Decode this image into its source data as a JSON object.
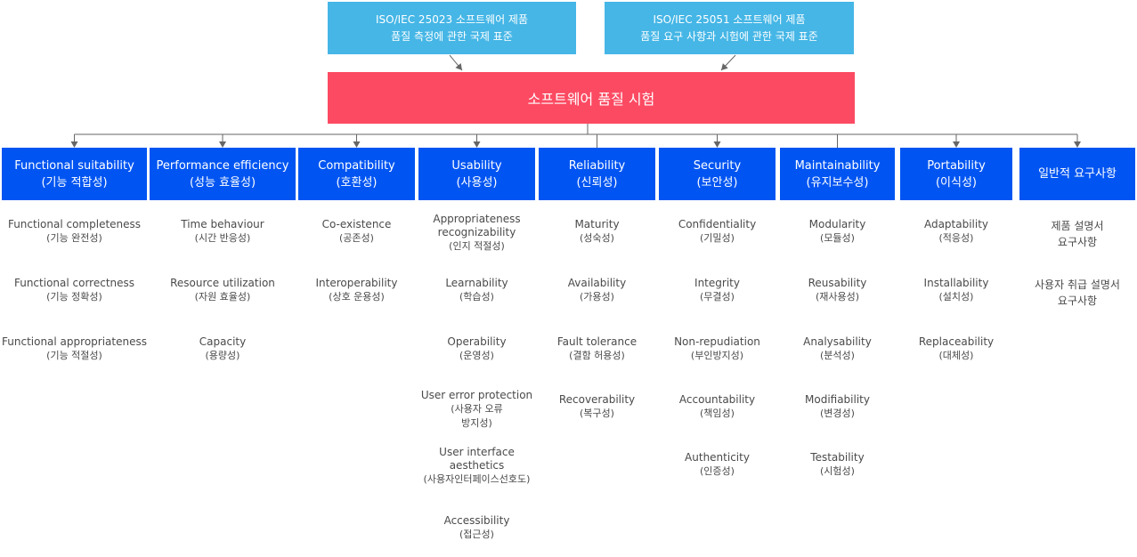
{
  "standards": [
    {
      "line1": "ISO/IEC 25023 소프트웨어 제품",
      "line2": "품질 측정에 관한 국제 표준"
    },
    {
      "line1": "ISO/IEC 25051 소프트웨어 제품",
      "line2": "품질 요구 사항과 시험에 관한 국제 표준"
    }
  ],
  "main_title": "소프트웨어 품질 시험",
  "colors": {
    "standard_box": "#45b6e6",
    "main_box": "#fc4a62",
    "category_box": "#0055f2",
    "connector": "#666666"
  },
  "categories": [
    {
      "name": "Functional suitability",
      "ko": "(기능 적합성)",
      "items": [
        {
          "lines": [
            "Functional completeness"
          ],
          "ko": [
            "(기능 완전성)"
          ]
        },
        {
          "lines": [
            "Functional correctness"
          ],
          "ko": [
            "(기능 정확성)"
          ]
        },
        {
          "lines": [
            "Functional appropriateness"
          ],
          "ko": [
            "(기능 적절성)"
          ]
        }
      ]
    },
    {
      "name": "Performance efficiency",
      "ko": "(성능 효율성)",
      "items": [
        {
          "lines": [
            "Time behaviour"
          ],
          "ko": [
            "(시간 반응성)"
          ]
        },
        {
          "lines": [
            "Resource utilization"
          ],
          "ko": [
            "(자원 효율성)"
          ]
        },
        {
          "lines": [
            "Capacity"
          ],
          "ko": [
            "(용량성)"
          ]
        }
      ]
    },
    {
      "name": "Compatibility",
      "ko": "(호환성)",
      "items": [
        {
          "lines": [
            "Co-existence"
          ],
          "ko": [
            "(공존성)"
          ]
        },
        {
          "lines": [
            "Interoperability"
          ],
          "ko": [
            "(상호 운용성)"
          ]
        }
      ]
    },
    {
      "name": "Usability",
      "ko": "(사용성)",
      "items": [
        {
          "lines": [
            "Appropriateness",
            "recognizability"
          ],
          "ko": [
            "(인지 적절성)"
          ]
        },
        {
          "lines": [
            "Learnability"
          ],
          "ko": [
            "(학습성)"
          ]
        },
        {
          "lines": [
            "Operability"
          ],
          "ko": [
            "(운영성)"
          ]
        },
        {
          "lines": [
            "User error protection"
          ],
          "ko": [
            "(사용자 오류",
            "방지성)"
          ]
        },
        {
          "lines": [
            "User interface",
            "aesthetics"
          ],
          "ko": [
            "(사용자인터페이스선호도)"
          ]
        },
        {
          "lines": [
            "Accessibility"
          ],
          "ko": [
            "(접근성)"
          ]
        }
      ]
    },
    {
      "name": "Reliability",
      "ko": "(신뢰성)",
      "items": [
        {
          "lines": [
            "Maturity"
          ],
          "ko": [
            "(성숙성)"
          ]
        },
        {
          "lines": [
            "Availability"
          ],
          "ko": [
            "(가용성)"
          ]
        },
        {
          "lines": [
            "Fault tolerance"
          ],
          "ko": [
            "(결함 허용성)"
          ]
        },
        {
          "lines": [
            "Recoverability"
          ],
          "ko": [
            "(복구성)"
          ]
        }
      ]
    },
    {
      "name": "Security",
      "ko": "(보안성)",
      "items": [
        {
          "lines": [
            "Confidentiality"
          ],
          "ko": [
            "(기밀성)"
          ]
        },
        {
          "lines": [
            "Integrity"
          ],
          "ko": [
            "(무결성)"
          ]
        },
        {
          "lines": [
            "Non-repudiation"
          ],
          "ko": [
            "(부인방지성)"
          ]
        },
        {
          "lines": [
            "Accountability"
          ],
          "ko": [
            "(책임성)"
          ]
        },
        {
          "lines": [
            "Authenticity"
          ],
          "ko": [
            "(인증성)"
          ]
        }
      ]
    },
    {
      "name": "Maintainability",
      "ko": "(유지보수성)",
      "items": [
        {
          "lines": [
            "Modularity"
          ],
          "ko": [
            "(모듈성)"
          ]
        },
        {
          "lines": [
            "Reusability"
          ],
          "ko": [
            "(재사용성)"
          ]
        },
        {
          "lines": [
            "Analysability"
          ],
          "ko": [
            "(분석성)"
          ]
        },
        {
          "lines": [
            "Modifiability"
          ],
          "ko": [
            "(변경성)"
          ]
        },
        {
          "lines": [
            "Testability"
          ],
          "ko": [
            "(시험성)"
          ]
        }
      ]
    },
    {
      "name": "Portability",
      "ko": "(이식성)",
      "items": [
        {
          "lines": [
            "Adaptability"
          ],
          "ko": [
            "(적응성)"
          ]
        },
        {
          "lines": [
            "Installability"
          ],
          "ko": [
            "(설치성)"
          ]
        },
        {
          "lines": [
            "Replaceability"
          ],
          "ko": [
            "(대체성)"
          ]
        }
      ]
    },
    {
      "name": "일반적 요구사항",
      "ko": "",
      "items": [
        {
          "lines": [
            "제품 설명서",
            "요구사항"
          ],
          "ko": []
        },
        {
          "lines": [
            "사용자 취급 설명서",
            "요구사항"
          ],
          "ko": []
        }
      ]
    }
  ]
}
